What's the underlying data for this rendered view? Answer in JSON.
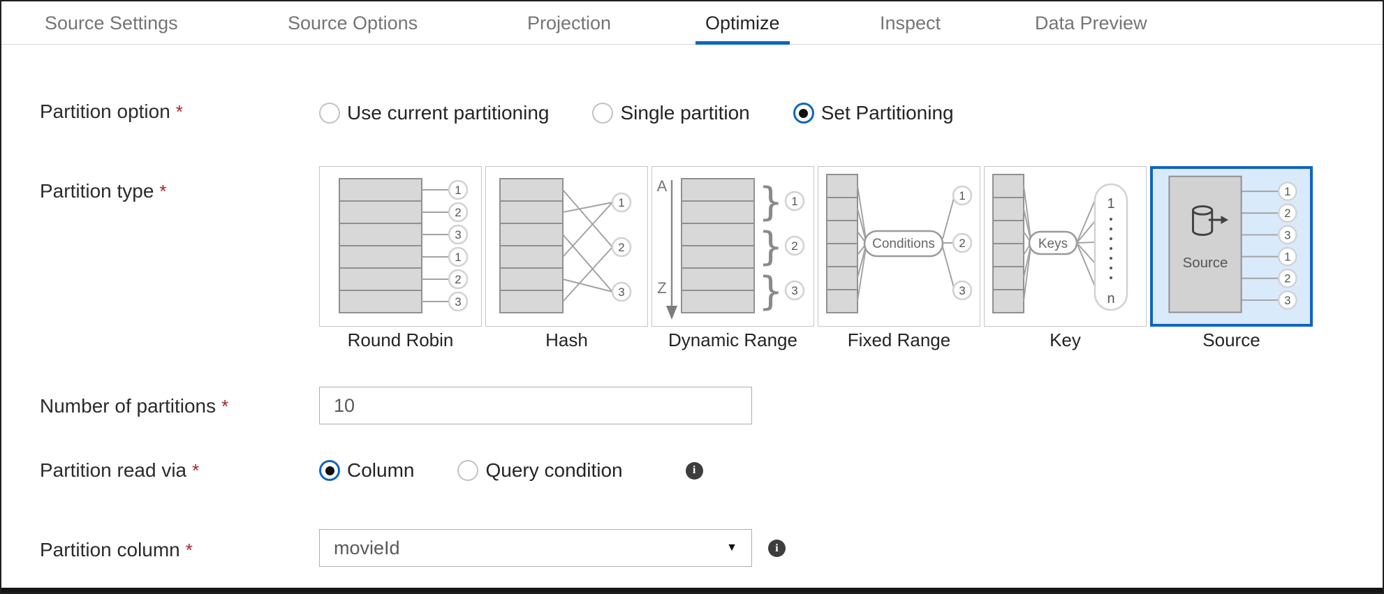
{
  "colors": {
    "accent": "#1065c0",
    "selected_card_bg": "#d9eafb",
    "required_red": "#a4262c"
  },
  "tabs": [
    {
      "label": "Source Settings",
      "active": false
    },
    {
      "label": "Source Options",
      "active": false
    },
    {
      "label": "Projection",
      "active": false
    },
    {
      "label": "Optimize",
      "active": true
    },
    {
      "label": "Inspect",
      "active": false
    },
    {
      "label": "Data Preview",
      "active": false
    }
  ],
  "form": {
    "required_mark": "*",
    "partition_option": {
      "label": "Partition option",
      "options": [
        {
          "label": "Use current partitioning",
          "selected": false
        },
        {
          "label": "Single partition",
          "selected": false
        },
        {
          "label": "Set Partitioning",
          "selected": true
        }
      ]
    },
    "partition_type": {
      "label": "Partition type",
      "cards": [
        {
          "label": "Round Robin",
          "selected": false,
          "outputs": [
            "1",
            "2",
            "3",
            "1",
            "2",
            "3"
          ]
        },
        {
          "label": "Hash",
          "selected": false,
          "outputs": [
            "1",
            "2",
            "3"
          ]
        },
        {
          "label": "Dynamic Range",
          "selected": false,
          "top": "A",
          "bottom": "Z",
          "outputs": [
            "1",
            "2",
            "3"
          ]
        },
        {
          "label": "Fixed Range",
          "selected": false,
          "node": "Conditions",
          "outputs": [
            "1",
            "2",
            "3"
          ]
        },
        {
          "label": "Key",
          "selected": false,
          "node": "Keys",
          "first": "1",
          "last": "n"
        },
        {
          "label": "Source",
          "selected": true,
          "node": "Source",
          "outputs": [
            "1",
            "2",
            "3",
            "1",
            "2",
            "3"
          ]
        }
      ]
    },
    "number_of_partitions": {
      "label": "Number of partitions",
      "value": "10"
    },
    "partition_read_via": {
      "label": "Partition read via",
      "options": [
        {
          "label": "Column",
          "selected": true
        },
        {
          "label": "Query condition",
          "selected": false
        }
      ],
      "info_icon": "i"
    },
    "partition_column": {
      "label": "Partition column",
      "value": "movieId",
      "caret": "▼",
      "info_icon": "i"
    }
  }
}
